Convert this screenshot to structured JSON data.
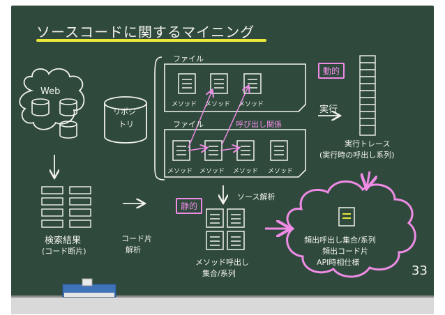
{
  "slide": {
    "title": "ソースコードに関するマイニング",
    "page_number": "33"
  },
  "web": {
    "label": "Web"
  },
  "repository": {
    "label_line1": "リポジ",
    "label_line2": "トリ"
  },
  "file_top": {
    "label": "ファイル",
    "methods": [
      "メソッド",
      "メソッド",
      "メソッド"
    ]
  },
  "file_bottom": {
    "label": "ファイル",
    "methods": [
      "メソッド",
      "メソッド",
      "メソッド",
      "メソッド"
    ]
  },
  "call_relation": {
    "label": "呼び出し関係"
  },
  "dynamic": {
    "tag": "動的",
    "exec_label": "実行",
    "trace_line1": "実行トレース",
    "trace_line2": "(実行時の呼出し系列)"
  },
  "static": {
    "tag": "静的",
    "analysis_label": "ソース解析",
    "result_line1": "メソッド呼出し",
    "result_line2": "集合/系列"
  },
  "search": {
    "line1": "検索結果",
    "line2": "(コード断片)",
    "analysis_line1": "コード片",
    "analysis_line2": "解析"
  },
  "outcome": {
    "line1": "頻出呼出し集合/系列",
    "line2": "頻出コード片",
    "line3": "API時相仕様"
  },
  "colors": {
    "board": "#2f4a3c",
    "chalk": "#f2f2ee",
    "pink": "#f08be6",
    "yellow": "#e8e83a"
  },
  "icons": {
    "document": "document-icon",
    "database": "database-icon",
    "arrow": "arrow-icon",
    "cloud": "cloud-icon",
    "eraser": "eraser-icon"
  }
}
